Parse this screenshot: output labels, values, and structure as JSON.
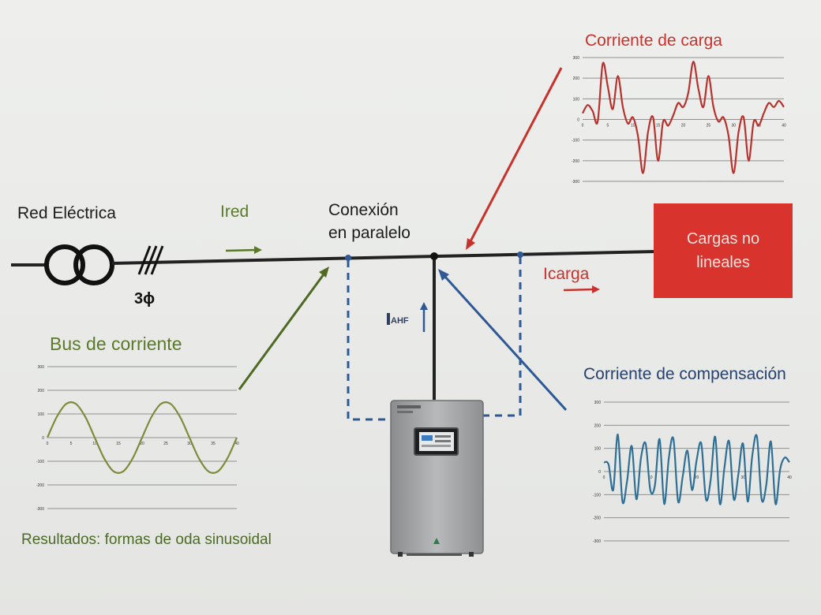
{
  "labels": {
    "red_electrica": "Red Eléctrica",
    "ired": "Ired",
    "conexion_line1": "Conexión",
    "conexion_line2": "en paralelo",
    "three_phase": "3ϕ",
    "icarga": "Icarga",
    "iahf": "AHF",
    "cargas_line1": "Cargas no",
    "cargas_line2": "lineales",
    "bus_title": "Bus de corriente",
    "carga_title": "Corriente de carga",
    "comp_title": "Corriente de compensación",
    "resultados": "Resultados: formas de oda sinusoidal"
  },
  "colors": {
    "green": "#5a7a2a",
    "red": "#c8322c",
    "blue": "#2f4f84",
    "box_red": "#d8332d",
    "line": "#222222"
  },
  "chart_data": [
    {
      "id": "bus",
      "type": "line",
      "title": "Bus de corriente",
      "color": "#7f8b3a",
      "ylim": [
        -300,
        300
      ],
      "yticks": [
        "300",
        "200",
        "100",
        "0",
        "-100",
        "-200",
        "-300"
      ],
      "x_tick_labels": [
        "0",
        "5",
        "10",
        "15",
        "20",
        "25",
        "30",
        "35",
        "40"
      ],
      "x": [
        0,
        2,
        4,
        6,
        8,
        10,
        12,
        14,
        16,
        18,
        20,
        22,
        24,
        26,
        28,
        30,
        32,
        34,
        36,
        38,
        40
      ],
      "y": [
        0,
        88,
        143,
        143,
        88,
        0,
        -88,
        -143,
        -143,
        -88,
        0,
        88,
        143,
        143,
        88,
        0,
        -88,
        -143,
        -143,
        -88,
        0
      ]
    },
    {
      "id": "carga",
      "type": "line",
      "title": "Corriente de carga",
      "color": "#b8312c",
      "ylim": [
        -300,
        300
      ],
      "yticks": [
        "300",
        "200",
        "100",
        "0",
        "-100",
        "-200",
        "-300"
      ],
      "x_tick_labels": [
        "0",
        "5",
        "10",
        "15",
        "20",
        "25",
        "30",
        "35",
        "40"
      ],
      "x": [
        0,
        1,
        2,
        3,
        4,
        5,
        6,
        7,
        8,
        9,
        10,
        11,
        12,
        13,
        14,
        15,
        16,
        17,
        18,
        19,
        20,
        21,
        22,
        23,
        24,
        25,
        26,
        27,
        28,
        29,
        30,
        31,
        32,
        33,
        34,
        35,
        36,
        37,
        38,
        39,
        40
      ],
      "y": [
        30,
        70,
        40,
        -10,
        270,
        160,
        50,
        210,
        60,
        -20,
        10,
        -80,
        -260,
        -60,
        10,
        -200,
        -10,
        -30,
        20,
        80,
        60,
        130,
        280,
        150,
        60,
        210,
        60,
        -10,
        10,
        -80,
        -260,
        -60,
        10,
        -200,
        -10,
        -30,
        30,
        80,
        60,
        90,
        60
      ]
    },
    {
      "id": "comp",
      "type": "line",
      "title": "Corriente de compensación",
      "color": "#2e6f95",
      "ylim": [
        -300,
        300
      ],
      "yticks": [
        "300",
        "200",
        "100",
        "0",
        "-100",
        "-200",
        "-300"
      ],
      "x_tick_labels": [
        "0",
        "10",
        "20",
        "30",
        "40"
      ],
      "x": [
        0,
        1,
        2,
        3,
        4,
        5,
        6,
        7,
        8,
        9,
        10,
        11,
        12,
        13,
        14,
        15,
        16,
        17,
        18,
        19,
        20,
        21,
        22,
        23,
        24,
        25,
        26,
        27,
        28,
        29,
        30,
        31,
        32,
        33,
        34,
        35,
        36,
        37,
        38,
        39,
        40
      ],
      "y": [
        40,
        30,
        -80,
        160,
        -130,
        -40,
        110,
        -120,
        60,
        120,
        -80,
        -60,
        140,
        -140,
        60,
        140,
        -130,
        -20,
        90,
        -80,
        50,
        120,
        -120,
        -40,
        150,
        -140,
        20,
        130,
        -120,
        -10,
        120,
        -130,
        70,
        150,
        -120,
        -60,
        130,
        -140,
        10,
        60,
        40
      ]
    }
  ]
}
